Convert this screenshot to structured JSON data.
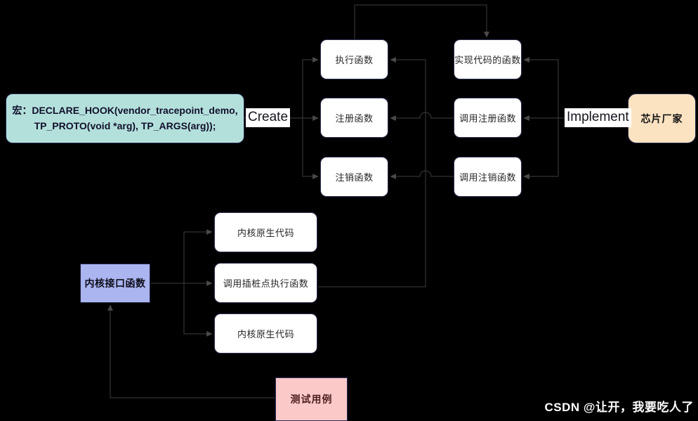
{
  "watermark": "CSDN @让开，我要吃人了",
  "labels": {
    "create": "Create",
    "implement": "Implement"
  },
  "macro": {
    "line1": "宏：DECLARE_HOOK(vendor_tracepoint_demo,",
    "line2": "TP_PROTO(void *arg), TP_ARGS(arg));"
  },
  "nodes": {
    "exec": "执行函数",
    "impl": "实现代码的函数",
    "register": "注册函数",
    "call_register": "调用注册函数",
    "unregister": "注销函数",
    "call_unregister": "调用注销函数",
    "chip": "芯片厂家",
    "native_top": "内核原生代码",
    "call_hook": "调用插桩点执行函数",
    "native_bottom": "内核原生代码",
    "kernel_if": "内核接口函数",
    "test_case": "测试用例"
  },
  "colors": {
    "background": "#000000",
    "macro_bg": "#b4e0dc",
    "chip_bg": "#fbe3c2",
    "kernel_bg": "#abb5f0",
    "test_bg": "#fcc9c9",
    "node_bg": "#ffffff",
    "line": "#3e3e3e",
    "watermark_text": "#ffffff"
  }
}
